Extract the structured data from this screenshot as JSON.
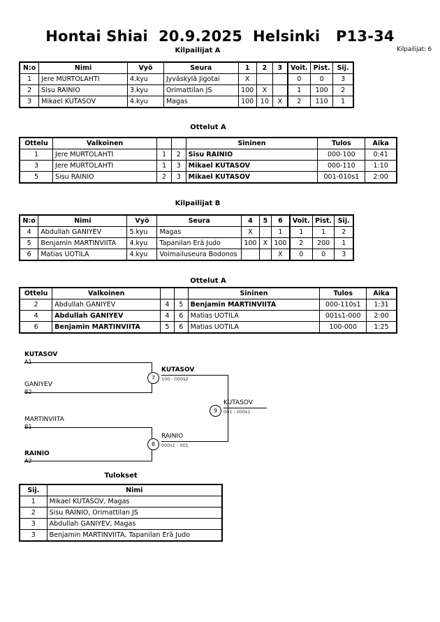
{
  "header": {
    "title": "Hontai Shiai  20.9.2025  Helsinki   P13-34",
    "competitor_count": "Kilpailijat: 6"
  },
  "pool_a": {
    "caption": "Kilpailijat A",
    "columns": [
      "N:o",
      "Nimi",
      "Vyö",
      "Seura",
      "1",
      "2",
      "3",
      "Voit.",
      "Pist.",
      "Sij."
    ],
    "rows": [
      {
        "no": "1",
        "name": "Jere MURTOLAHTI",
        "belt": "4.kyu",
        "club": "Jyväskylä Jigotai",
        "m1": "X",
        "m2": "",
        "m3": "",
        "wins": "0",
        "points": "0",
        "rank": "3"
      },
      {
        "no": "2",
        "name": "Sisu RAINIO",
        "belt": "3.kyu",
        "club": "Orimattilan JS",
        "m1": "100",
        "m2": "X",
        "m3": "",
        "wins": "1",
        "points": "100",
        "rank": "2"
      },
      {
        "no": "3",
        "name": "Mikael KUTASOV",
        "belt": "4.kyu",
        "club": "Magas",
        "m1": "100",
        "m2": "10",
        "m3": "X",
        "wins": "2",
        "points": "110",
        "rank": "1"
      }
    ]
  },
  "matches_a": {
    "caption": "Ottelut A",
    "columns": [
      "Ottelu",
      "Valkoinen",
      "",
      "",
      "Sininen",
      "Tulos",
      "Aika"
    ],
    "rows": [
      {
        "match": "1",
        "white": "Jere MURTOLAHTI",
        "white_bold": false,
        "wn": "1",
        "bn": "2",
        "blue": "Sisu RAINIO",
        "blue_bold": true,
        "result": "000-100",
        "time": "0:41"
      },
      {
        "match": "3",
        "white": "Jere MURTOLAHTI",
        "white_bold": false,
        "wn": "1",
        "bn": "3",
        "blue": "Mikael KUTASOV",
        "blue_bold": true,
        "result": "000-110",
        "time": "1:10"
      },
      {
        "match": "5",
        "white": "Sisu RAINIO",
        "white_bold": false,
        "wn": "2",
        "bn": "3",
        "blue": "Mikael KUTASOV",
        "blue_bold": true,
        "result": "001-010s1",
        "time": "2:00"
      }
    ]
  },
  "pool_b": {
    "caption": "Kilpailijat B",
    "columns": [
      "N:o",
      "Nimi",
      "Vyö",
      "Seura",
      "4",
      "5",
      "6",
      "Voit.",
      "Pist.",
      "Sij."
    ],
    "rows": [
      {
        "no": "4",
        "name": "Abdullah GANIYEV",
        "belt": "5.kyu",
        "club": "Magas",
        "m1": "X",
        "m2": "",
        "m3": "1",
        "wins": "1",
        "points": "1",
        "rank": "2"
      },
      {
        "no": "5",
        "name": "Benjamin MARTINVIITA",
        "belt": "4.kyu",
        "club": "Tapanilan Erä Judo",
        "m1": "100",
        "m2": "X",
        "m3": "100",
        "wins": "2",
        "points": "200",
        "rank": "1"
      },
      {
        "no": "6",
        "name": "Matias UOTILA",
        "belt": "4.kyu",
        "club": "Voimailuseura Bodonos",
        "m1": "",
        "m2": "",
        "m3": "X",
        "wins": "0",
        "points": "0",
        "rank": "3"
      }
    ]
  },
  "matches_b": {
    "caption": "Ottelut A",
    "columns": [
      "Ottelu",
      "Valkoinen",
      "",
      "",
      "Sininen",
      "Tulos",
      "Aika"
    ],
    "rows": [
      {
        "match": "2",
        "white": "Abdullah GANIYEV",
        "white_bold": false,
        "wn": "4",
        "bn": "5",
        "blue": "Benjamin MARTINVIITA",
        "blue_bold": true,
        "result": "000-110s1",
        "time": "1:31"
      },
      {
        "match": "4",
        "white": "Abdullah GANIYEV",
        "white_bold": true,
        "wn": "4",
        "bn": "6",
        "blue": "Matias UOTILA",
        "blue_bold": false,
        "result": "001s1-000",
        "time": "2:00"
      },
      {
        "match": "6",
        "white": "Benjamin MARTINVIITA",
        "white_bold": true,
        "wn": "5",
        "bn": "6",
        "blue": "Matias UOTILA",
        "blue_bold": false,
        "result": "100-000",
        "time": "1:25"
      }
    ]
  },
  "bracket": {
    "entries": [
      {
        "name": "KUTASOV",
        "seed": "A1",
        "winner": true
      },
      {
        "name": "GANIYEV",
        "seed": "B2",
        "winner": false
      },
      {
        "name": "MARTINVIITA",
        "seed": "B1",
        "winner": false
      },
      {
        "name": "RAINIO",
        "seed": "A2",
        "winner": true
      }
    ],
    "semifinal_1": {
      "number": "7",
      "winner": "KUTASOV",
      "score": "100 - 000s2"
    },
    "semifinal_2": {
      "number": "8",
      "winner": "RAINIO",
      "score": "000s1 - 001"
    },
    "final": {
      "number": "9",
      "winner": "KUTASOV",
      "score": "001 - 000s1"
    }
  },
  "results": {
    "caption": "Tulokset",
    "columns": [
      "Sij.",
      "Nimi"
    ],
    "rows": [
      {
        "rank": "1",
        "name": "Mikael KUTASOV, Magas"
      },
      {
        "rank": "2",
        "name": "Sisu RAINIO, Orimattilan JS"
      },
      {
        "rank": "3",
        "name": "Abdullah GANIYEV, Magas"
      },
      {
        "rank": "3",
        "name": "Benjamin MARTINVIITA, Tapanilan Erä Judo"
      }
    ]
  }
}
